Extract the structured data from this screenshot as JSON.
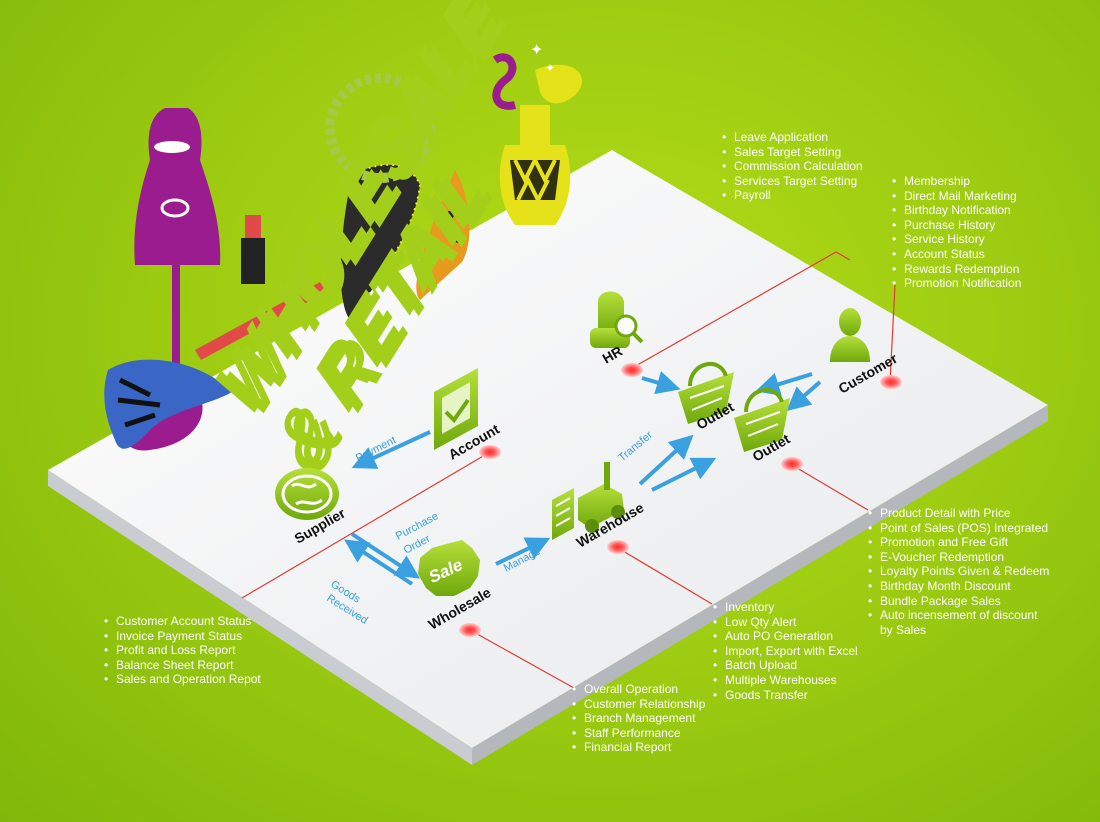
{
  "title": {
    "line1": "WHOLESALE",
    "line2": "& RETAIL"
  },
  "nodes": {
    "hr": "HR",
    "customer": "Customer",
    "outlet1": "Outlet",
    "outlet2": "Outlet",
    "account": "Account",
    "supplier": "Supplier",
    "warehouse": "Warehouse",
    "wholesale": "Wholesale",
    "sale_badge": "Sale"
  },
  "flows": {
    "payment": "Payment",
    "purchase_order_1": "Purchase",
    "purchase_order_2": "Order",
    "goods_received_1": "Goods",
    "goods_received_2": "Received",
    "manage": "Manage",
    "transfer": "Transfer"
  },
  "lists": {
    "hr": [
      "Leave Application",
      "Sales Target Setting",
      "Commission Calculation",
      "Services Target Setting",
      "Payroll"
    ],
    "customer": [
      "Membership",
      "Direct Mail Marketing",
      "Birthday Notification",
      "Purchase History",
      "Service History",
      "Account Status",
      "Rewards Redemption",
      "Promotion Notification"
    ],
    "outlet": [
      "Product Detail with Price",
      "Point of Sales (POS) Integrated",
      "Promotion and Free Gift",
      "E-Voucher Redemption",
      "Loyalty Points Given & Redeem",
      "Birthday Month Discount",
      "Bundle Package Sales",
      "Auto incensement of discount by Sales"
    ],
    "account": [
      "Customer Account Status",
      "Invoice Payment Status",
      "Profit and Loss Report",
      "Balance Sheet Report",
      "Sales and Operation Repot"
    ],
    "warehouse": [
      "Inventory",
      "Low Qty Alert",
      "Auto PO Generation",
      "Import, Export with Excel",
      "Batch Upload",
      "Multiple Warehouses",
      "Goods Transfer"
    ],
    "wholesale": [
      "Overall Operation",
      "Customer Relationship",
      "Branch Management",
      "Staff Performance",
      "Financial Report"
    ]
  },
  "colors": {
    "background": "#9fcd12",
    "platform": "#f2f3f4",
    "icon_green": "#8cc21a",
    "flow_arrow": "#3aa0e0",
    "connector": "#e53935",
    "mannequin": "#9b1c8e"
  }
}
